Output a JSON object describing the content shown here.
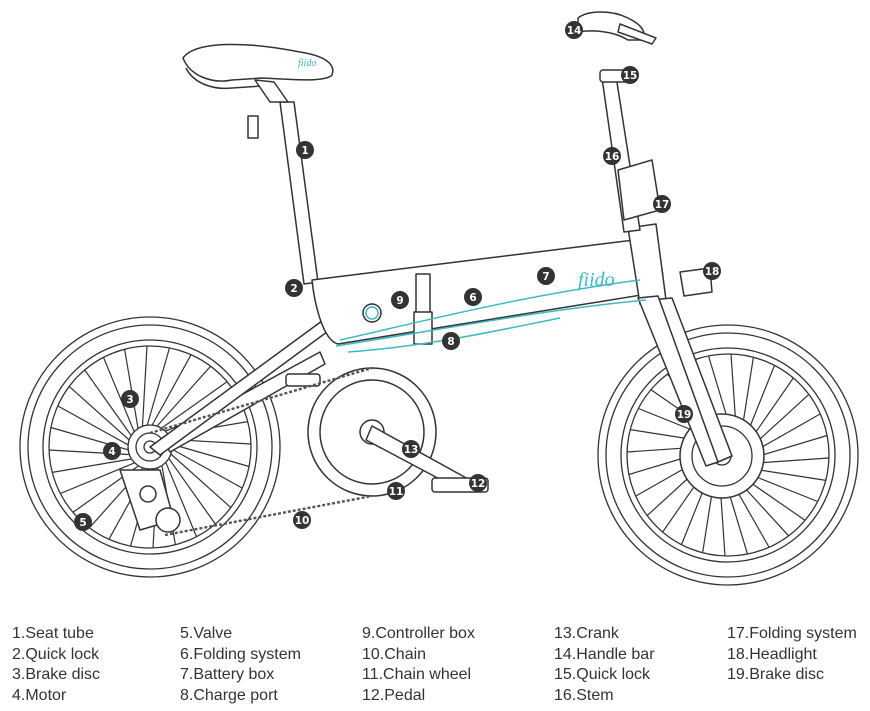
{
  "diagram": {
    "brand_mark": "fiido",
    "accent_color": "#3bb9c4",
    "line_color": "#333333",
    "callouts": [
      {
        "num": "1",
        "label": "Seat tube"
      },
      {
        "num": "2",
        "label": "Quick lock"
      },
      {
        "num": "3",
        "label": "Brake disc"
      },
      {
        "num": "4",
        "label": "Motor"
      },
      {
        "num": "5",
        "label": "Valve"
      },
      {
        "num": "6",
        "label": "Folding system"
      },
      {
        "num": "7",
        "label": "Battery box"
      },
      {
        "num": "8",
        "label": "Charge port"
      },
      {
        "num": "9",
        "label": "Controller box"
      },
      {
        "num": "10",
        "label": "Chain"
      },
      {
        "num": "11",
        "label": "Chain wheel"
      },
      {
        "num": "12",
        "label": "Pedal"
      },
      {
        "num": "13",
        "label": "Crank"
      },
      {
        "num": "14",
        "label": "Handle bar"
      },
      {
        "num": "15",
        "label": "Quick lock"
      },
      {
        "num": "16",
        "label": "Stem"
      },
      {
        "num": "17",
        "label": "Folding system"
      },
      {
        "num": "18",
        "label": "Headlight"
      },
      {
        "num": "19",
        "label": "Brake disc"
      }
    ]
  },
  "legend": {
    "columns": [
      [
        "1.Seat tube",
        "2.Quick lock",
        "3.Brake disc",
        "4.Motor"
      ],
      [
        "5.Valve",
        "6.Folding system",
        "7.Battery box",
        "8.Charge port"
      ],
      [
        "9.Controller box",
        "10.Chain",
        "11.Chain wheel",
        "12.Pedal"
      ],
      [
        "13.Crank",
        "14.Handle bar",
        "15.Quick lock",
        "16.Stem"
      ],
      [
        "17.Folding system",
        "18.Headlight",
        "19.Brake disc"
      ]
    ]
  }
}
